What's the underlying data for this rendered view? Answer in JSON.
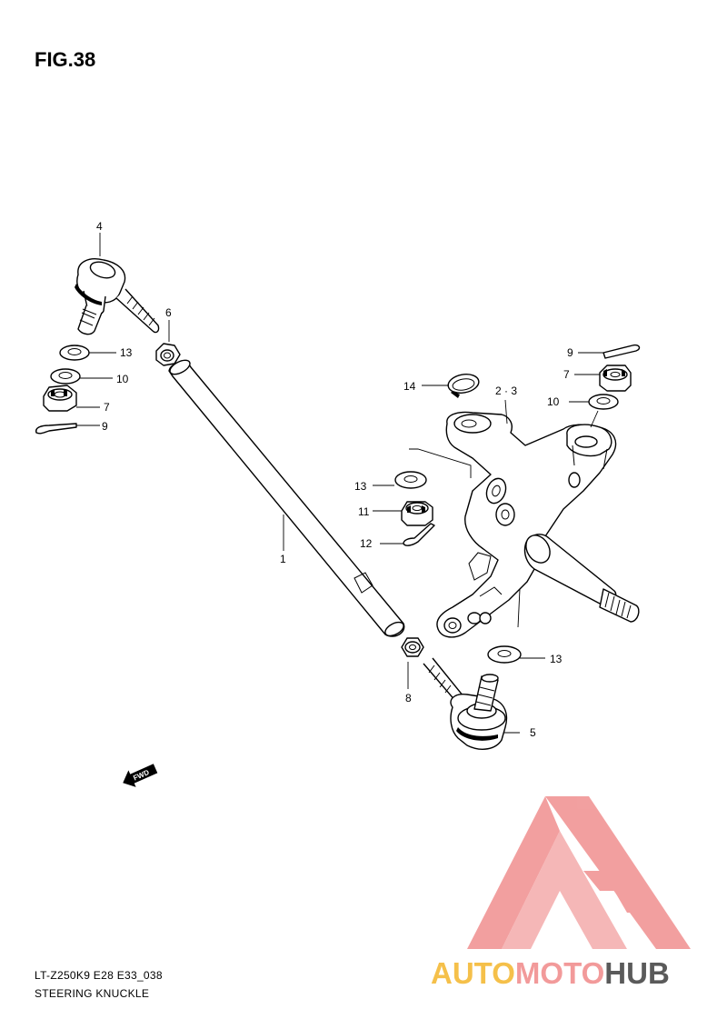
{
  "figure": {
    "title": "FIG.38",
    "model_code": "LT-Z250K9 E28 E33_038",
    "section_title": "STEERING KNUCKLE"
  },
  "callouts": {
    "c1": "1",
    "c2_3": "2 · 3",
    "c4": "4",
    "c5": "5",
    "c6": "6",
    "c7_left": "7",
    "c7_right": "7",
    "c8": "8",
    "c9_left": "9",
    "c9_right": "9",
    "c10_left": "10",
    "c10_right": "10",
    "c11": "11",
    "c12": "12",
    "c13_left": "13",
    "c13_mid": "13",
    "c13_right": "13",
    "c14": "14"
  },
  "fwd_badge": "FWD",
  "watermark": {
    "part1": "AUTO",
    "part2": "MOTO",
    "part3": "HUB",
    "colors": {
      "auto": "#f5c04a",
      "moto": "#f29a9a",
      "hub": "#5a5a5a",
      "logo": "#f08f8f"
    }
  }
}
